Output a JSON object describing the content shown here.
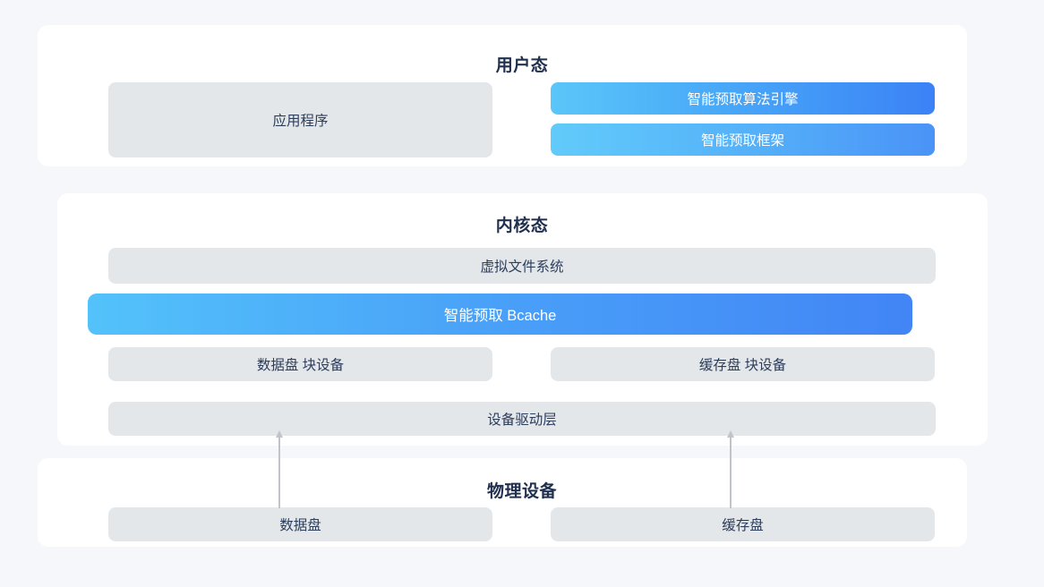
{
  "page": {
    "background_color": "#f5f7fa",
    "card_color": "#ffffff"
  },
  "colors": {
    "gray_box": "#e4e7ea",
    "gray_box_text": "#2c3e5c",
    "title_text": "#20304e",
    "gradient_start": "#5bc6f9",
    "gradient_end": "#3b82f6",
    "arrow": "#c0c4c9"
  },
  "sections": {
    "user_mode": {
      "title": "用户态",
      "boxes": {
        "application": "应用程序",
        "algorithm_engine": "智能预取算法引擎",
        "framework": "智能预取框架"
      }
    },
    "kernel_mode": {
      "title": "内核态",
      "boxes": {
        "vfs": "虚拟文件系统",
        "bcache": "智能预取 Bcache",
        "data_block_device": "数据盘 块设备",
        "cache_block_device": "缓存盘 块设备",
        "device_driver": "设备驱动层"
      }
    },
    "physical_device": {
      "title": "物理设备",
      "boxes": {
        "data_disk": "数据盘",
        "cache_disk": "缓存盘"
      }
    }
  },
  "connectors": [
    {
      "name": "data-disk-to-driver",
      "direction": "up"
    },
    {
      "name": "cache-disk-to-driver",
      "direction": "up"
    }
  ]
}
